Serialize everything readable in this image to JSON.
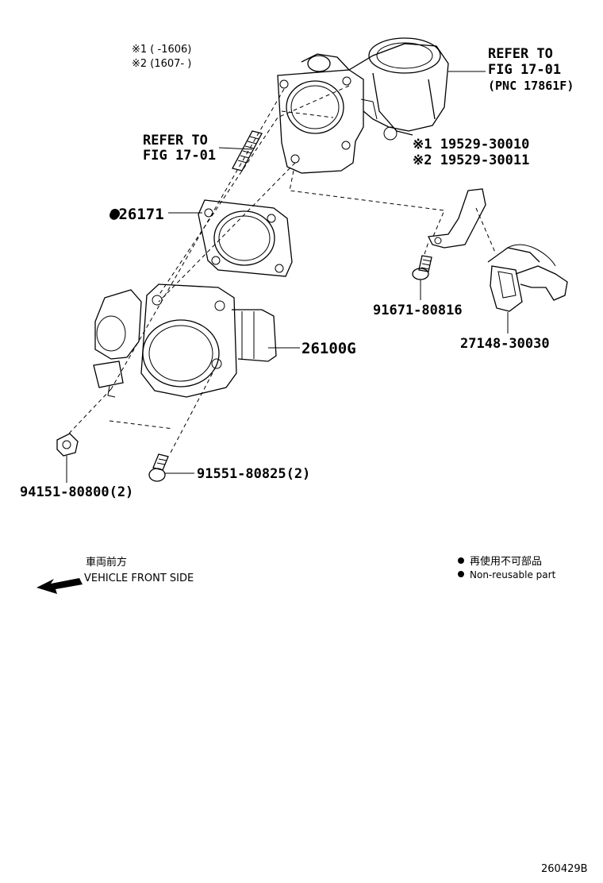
{
  "notes": {
    "range1": "※1 (      -1606)",
    "range2": "※2 (1607-      )"
  },
  "callouts": {
    "refer_top_1": "REFER TO",
    "refer_top_2": "FIG 17-01",
    "refer_top_3": "(PNC 17861F)",
    "refer_left_1": "REFER TO",
    "refer_left_2": "FIG 17-01",
    "bracket_1": "※1 19529-30010",
    "bracket_2": "※2 19529-30011",
    "gasket": "●26171",
    "throttle_body": "26100G",
    "bolt_right": "91671-80816",
    "sensor": "27148-30030",
    "nut_left": "94151-80800(2)",
    "bolt_bottom": "91551-80825(2)"
  },
  "direction": {
    "jp": "車両前方",
    "en": "VEHICLE FRONT SIDE"
  },
  "legend": {
    "jp": "再使用不可部品",
    "en": "Non-reusable part"
  },
  "figure_id": "260429B"
}
